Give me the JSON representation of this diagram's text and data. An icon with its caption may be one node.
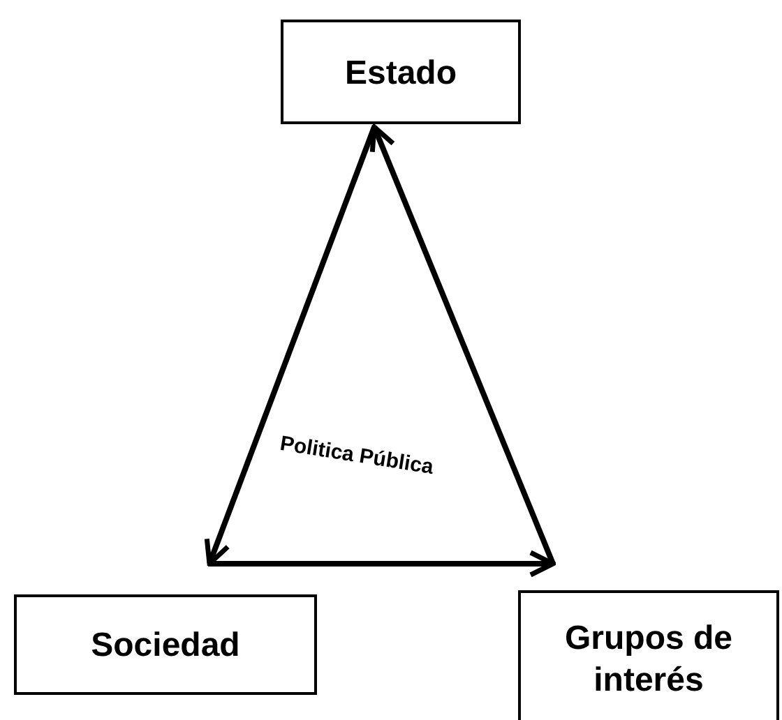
{
  "diagram": {
    "nodes": [
      {
        "text": [
          "Estado"
        ]
      },
      {
        "text": [
          "Sociedad"
        ]
      },
      {
        "text": [
          "Grupos de interés"
        ]
      }
    ],
    "edges": [
      {
        "from": 0,
        "to": 1,
        "arrow": "to"
      },
      {
        "from": 1,
        "to": 2,
        "arrow": "to"
      },
      {
        "from": 2,
        "to": 0,
        "arrow": "to"
      }
    ],
    "labels": [
      "Politica Pública"
    ]
  }
}
